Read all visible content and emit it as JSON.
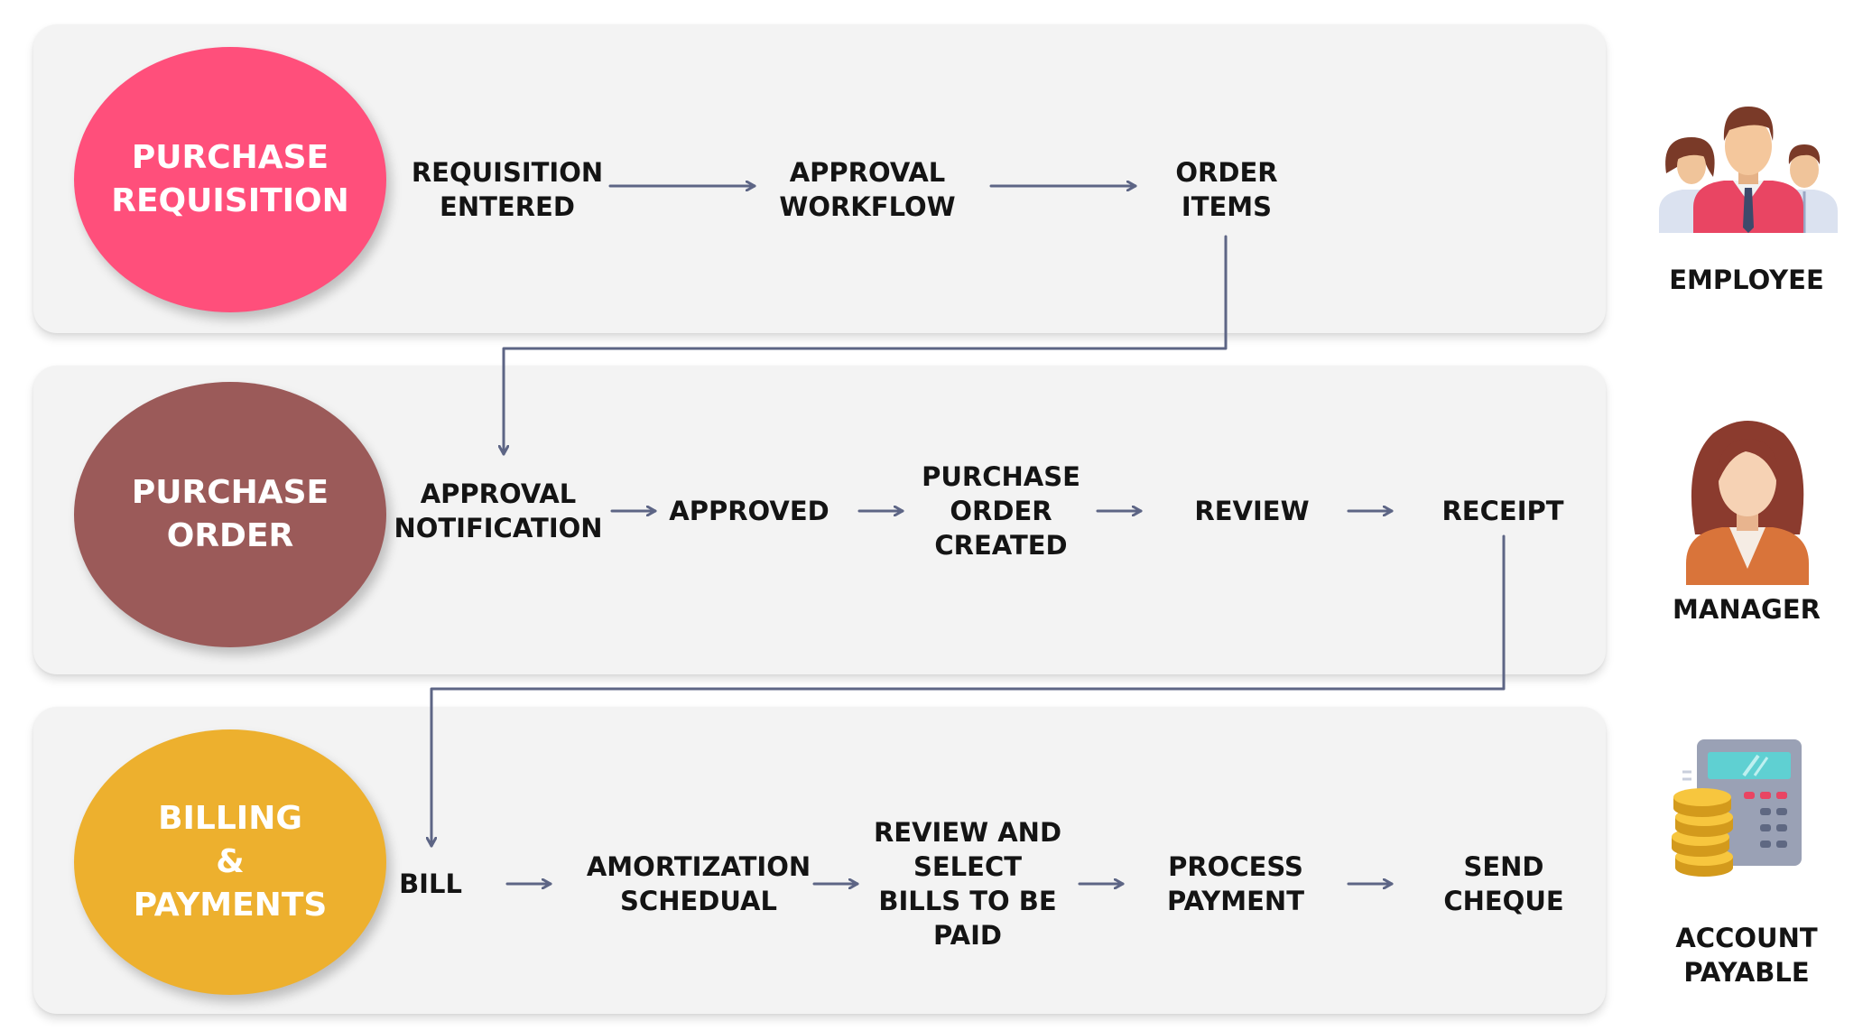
{
  "stages": [
    {
      "title": [
        "PURCHASE",
        "REQUISITION"
      ],
      "color": "#ff4f7b",
      "steps": [
        [
          "REQUISITION",
          "ENTERED"
        ],
        [
          "APPROVAL",
          "WORKFLOW"
        ],
        [
          "ORDER",
          "ITEMS"
        ]
      ],
      "role": {
        "label": [
          "EMPLOYEE"
        ],
        "icon": "people-group-icon"
      }
    },
    {
      "title": [
        "PURCHASE",
        "ORDER"
      ],
      "color": "#9b5a59",
      "steps": [
        [
          "APPROVAL",
          "NOTIFICATION"
        ],
        [
          "APPROVED"
        ],
        [
          "PURCHASE",
          "ORDER",
          "CREATED"
        ],
        [
          "REVIEW"
        ],
        [
          "RECEIPT"
        ]
      ],
      "role": {
        "label": [
          "MANAGER"
        ],
        "icon": "manager-woman-icon"
      }
    },
    {
      "title": [
        "BILLING",
        "&",
        "PAYMENTS"
      ],
      "color": "#edb02e",
      "steps": [
        [
          "BILL"
        ],
        [
          "AMORTIZATION",
          "SCHEDUAL"
        ],
        [
          "REVIEW AND",
          "SELECT",
          "BILLS TO BE",
          "PAID"
        ],
        [
          "PROCESS",
          "PAYMENT"
        ],
        [
          "SEND",
          "CHEQUE"
        ]
      ],
      "role": {
        "label": [
          "ACCOUNT",
          "PAYABLE"
        ],
        "icon": "calculator-coins-icon"
      }
    }
  ],
  "connector_color": "#5d6585"
}
